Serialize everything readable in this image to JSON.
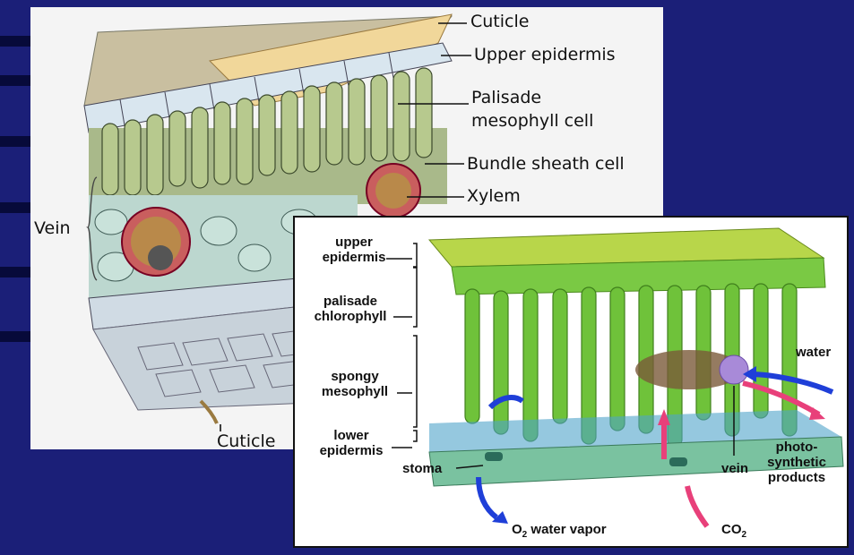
{
  "panel_a": {
    "labels": {
      "cuticle_top": "Cuticle",
      "upper_epidermis": "Upper epidermis",
      "palisade_line1": "Palisade",
      "palisade_line2": "mesophyll cell",
      "bundle_sheath": "Bundle sheath cell",
      "xylem": "Xylem",
      "vein": "Vein",
      "cuticle_bottom": "Cuticle"
    }
  },
  "panel_b": {
    "labels": {
      "upper_epidermis_1": "upper",
      "upper_epidermis_2": "epidermis",
      "palisade_1": "palisade",
      "palisade_2": "chlorophyll",
      "spongy_1": "spongy",
      "spongy_2": "mesophyll",
      "lower_epidermis_1": "lower",
      "lower_epidermis_2": "epidermis",
      "stoma": "stoma",
      "water": "water",
      "vein": "vein",
      "photo_1": "photo-",
      "photo_2": "synthetic",
      "photo_3": "products",
      "o2_main": "O",
      "o2_sub": "2",
      "water_vapor": "water vapor",
      "co2_main": "CO",
      "co2_sub": "2"
    }
  },
  "colors": {
    "background": "#1b1f78",
    "arrow_blue": "#1f3fd8",
    "arrow_pink": "#e8407a",
    "leaf_green": "#7cc63a",
    "cell_green": "#9ab87a"
  }
}
